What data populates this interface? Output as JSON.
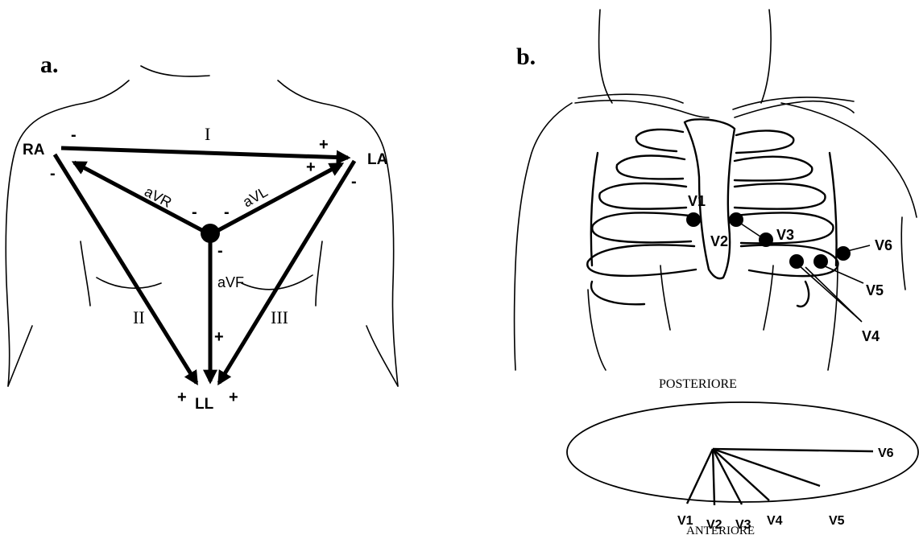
{
  "panel_a": {
    "label": "a.",
    "limb_electrodes": {
      "ra": "RA",
      "la": "LA",
      "ll": "LL"
    },
    "leads": {
      "lead_1": "I",
      "lead_2": "II",
      "lead_3": "III",
      "avr": "aVR",
      "avl": "aVL",
      "avf": "aVF"
    },
    "polarity": {
      "plus": "+",
      "minus": "-"
    }
  },
  "panel_b": {
    "label": "b.",
    "chest_electrodes": [
      "V1",
      "V2",
      "V3",
      "V4",
      "V5",
      "V6"
    ],
    "cross_section": {
      "top_label": "POSTERIORE",
      "bottom_label": "ANTERIORE",
      "leads": [
        "V1",
        "V2",
        "V3",
        "V4",
        "V5",
        "V6"
      ]
    }
  }
}
